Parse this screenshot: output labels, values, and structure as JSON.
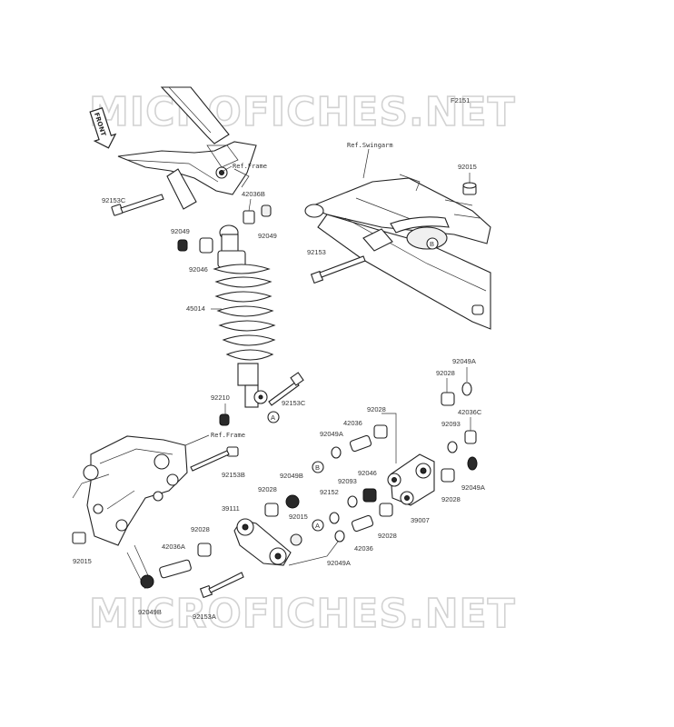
{
  "diagram_code": "F2151",
  "watermark": "MICROFICHES.NET",
  "front_marker": "FRONT",
  "refs": {
    "frame_upper": "Ref.Frame",
    "frame_lower": "Ref.Frame",
    "swingarm": "Ref.Swingarm"
  },
  "callouts": {
    "a": "A",
    "b": "B"
  },
  "parts": {
    "p92153C_left": "92153C",
    "p42036B": "42036B",
    "p92049_mid": "92049",
    "p92049_right": "92049",
    "p92046_top": "92046",
    "p45014": "45014",
    "p92210": "92210",
    "p92153C_right": "92153C",
    "p92015_top": "92015",
    "p92153": "92153",
    "p92049A_top": "92049A",
    "p92028_top": "92028",
    "p42036C": "42036C",
    "p92093_right": "92093",
    "p92028_mid": "92028",
    "p42036_top": "42036",
    "p92049A_left": "92049A",
    "p92046_mid": "92046",
    "p92093_mid": "92093",
    "p92049A_right": "92049A",
    "p92028_right": "92028",
    "p39007": "39007",
    "p92153B": "92153B",
    "p92049B_mid": "92049B",
    "p92152": "92152",
    "p92028_left": "92028",
    "p39111": "39111",
    "p92015_mid": "92015",
    "p92028_lowleft": "92028",
    "p42036A": "42036A",
    "p92049A_bottom": "92049A",
    "p42036_bottom": "42036",
    "p92028_bottom": "92028",
    "p92015_left": "92015",
    "p92049B_bottom": "92049B",
    "p92153A": "92153A"
  }
}
